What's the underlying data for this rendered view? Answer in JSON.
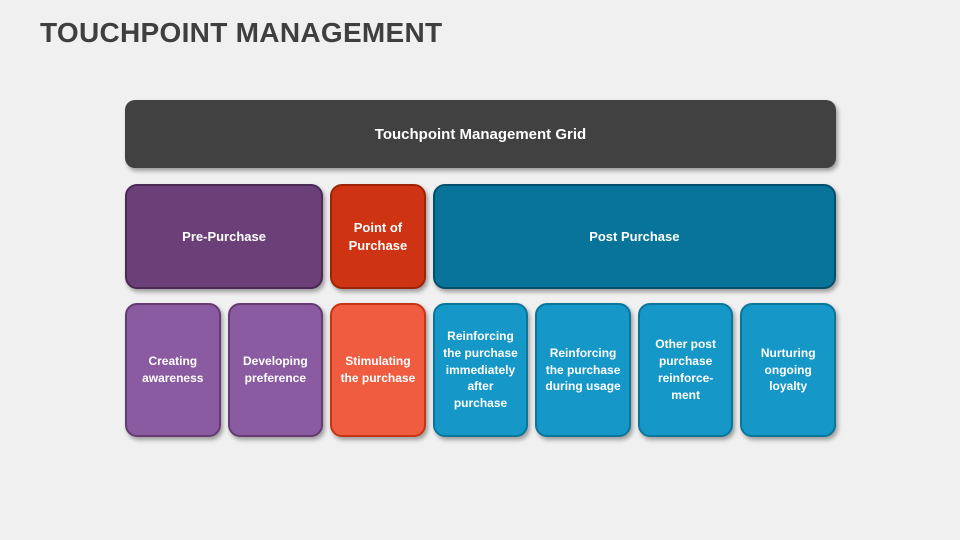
{
  "slide": {
    "title": "TOUCHPOINT MANAGEMENT",
    "title_color": "#3f3f3f",
    "background": "#f0f0f0"
  },
  "grid": {
    "header": {
      "label": "Touchpoint Management Grid",
      "fill": "#414141",
      "text_color": "#ffffff"
    },
    "stages": [
      {
        "label": "Pre-Purchase",
        "fill": "#6b4078",
        "border": "#4a2a54"
      },
      {
        "label": "Point of Purchase",
        "fill": "#ce3413",
        "border": "#9e2408"
      },
      {
        "label": "Post Purchase",
        "fill": "#087499",
        "border": "#04506c"
      }
    ],
    "touchpoints": [
      {
        "label": "Creating awareness",
        "fill": "#8a5ba0",
        "border": "#643c72"
      },
      {
        "label": "Developing preference",
        "fill": "#8a5ba0",
        "border": "#643c72"
      },
      {
        "label": "Stimulating the purchase",
        "fill": "#ef5c40",
        "border": "#c63413"
      },
      {
        "label": "Reinforcing the purchase immediately after purchase",
        "fill": "#1597c8",
        "border": "#0a7699"
      },
      {
        "label": "Reinforcing the purchase during usage",
        "fill": "#1597c8",
        "border": "#0a7699"
      },
      {
        "label": "Other post purchase reinforce-ment",
        "fill": "#1597c8",
        "border": "#0a7699"
      },
      {
        "label": "Nurturing ongoing loyalty",
        "fill": "#1597c8",
        "border": "#0a7699"
      }
    ]
  }
}
